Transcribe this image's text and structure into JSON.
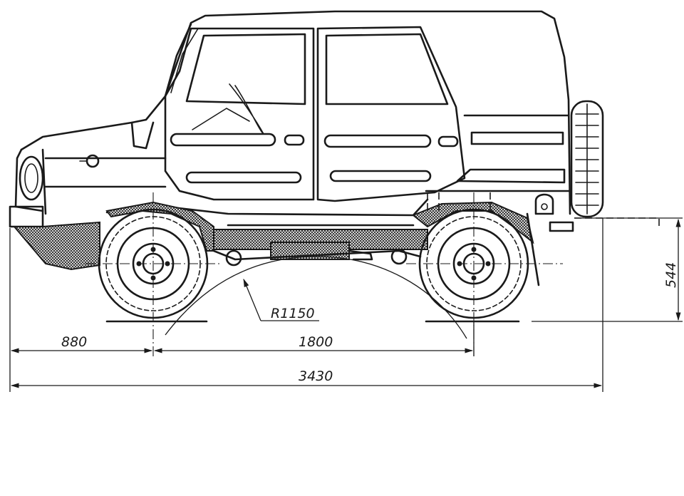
{
  "dimensions": {
    "front_overhang": "880",
    "wheelbase": "1800",
    "overall_length": "3430",
    "turning_radius": "R1150",
    "spare_wheel_height": "544"
  }
}
